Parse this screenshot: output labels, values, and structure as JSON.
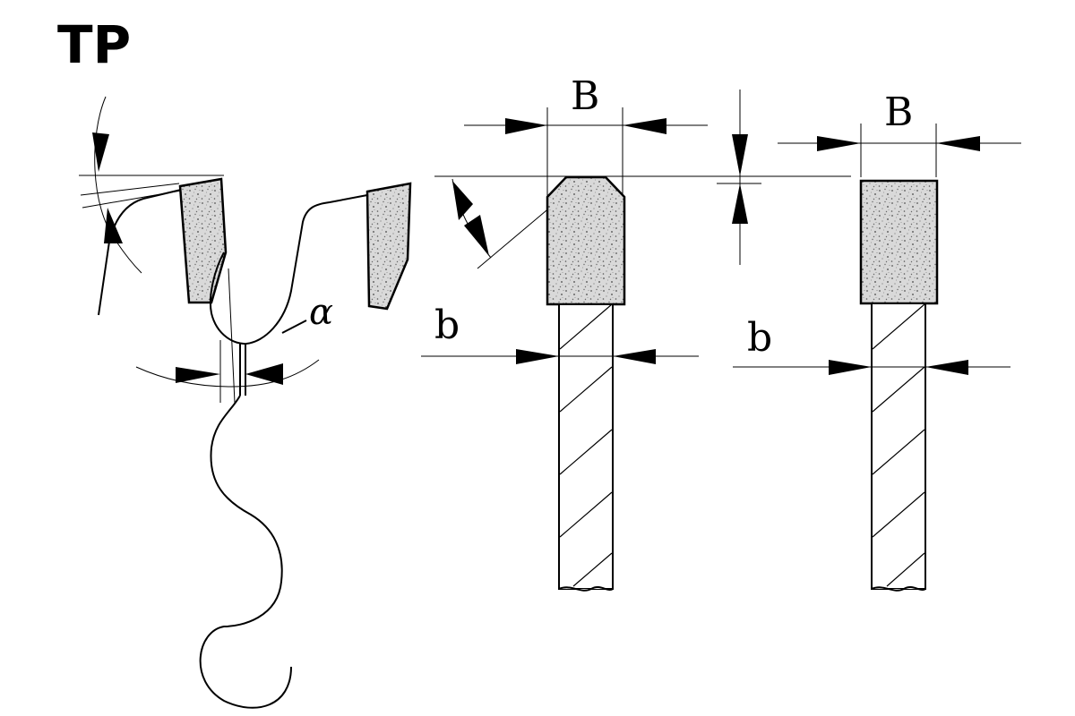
{
  "diagram": {
    "title": "TP",
    "labels": {
      "alpha": "α",
      "B_left": "B",
      "B_right": "B",
      "b_left": "b",
      "b_right": "b"
    },
    "colors": {
      "line": "#000000",
      "carbide": "#d4d4d4",
      "carbide_speckle": "#6a6a6a",
      "background": "#ffffff"
    }
  }
}
